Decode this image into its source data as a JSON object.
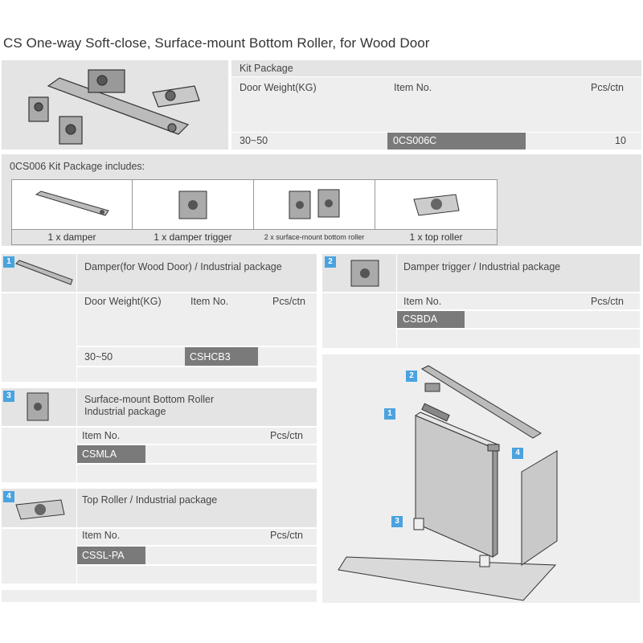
{
  "title": "CS One-way Soft-close, Surface-mount Bottom Roller, for Wood Door",
  "kit": {
    "header": "Kit Package",
    "col_weight": "Door Weight(KG)",
    "col_item": "Item No.",
    "col_pcs": "Pcs/ctn",
    "weight": "30~50",
    "item": "0CS006C",
    "pcs": "10"
  },
  "includes": {
    "header": "0CS006 Kit Package includes:",
    "items": [
      {
        "label": "1 x damper",
        "icon": "damper-icon"
      },
      {
        "label": "1 x damper trigger",
        "icon": "damper-trigger-icon"
      },
      {
        "label": "2 x surface-mount bottom roller",
        "icon": "bottom-roller-icon"
      },
      {
        "label": "1 x top roller",
        "icon": "top-roller-icon"
      }
    ]
  },
  "p1": {
    "num": "1",
    "title": "Damper(for Wood Door) / Industrial package",
    "col_weight": "Door Weight(KG)",
    "col_item": "Item No.",
    "col_pcs": "Pcs/ctn",
    "weight": "30~50",
    "item": "CSHCB3"
  },
  "p2": {
    "num": "2",
    "title": "Damper trigger / Industrial package",
    "col_item": "Item No.",
    "col_pcs": "Pcs/ctn",
    "item": "CSBDA"
  },
  "p3": {
    "num": "3",
    "title_line1": "Surface-mount Bottom Roller",
    "title_line2": "Industrial package",
    "col_item": "Item No.",
    "col_pcs": "Pcs/ctn",
    "item": "CSMLA"
  },
  "p4": {
    "num": "4",
    "title": "Top Roller / Industrial package",
    "col_item": "Item No.",
    "col_pcs": "Pcs/ctn",
    "item": "CSSL-PA"
  },
  "diagram": {
    "labels": [
      "1",
      "2",
      "3",
      "4"
    ]
  },
  "colors": {
    "accent": "#4aa3df",
    "header_gray": "#e4e4e4",
    "row_gray": "#eeeeee",
    "item_bar": "#7a7a7a"
  }
}
